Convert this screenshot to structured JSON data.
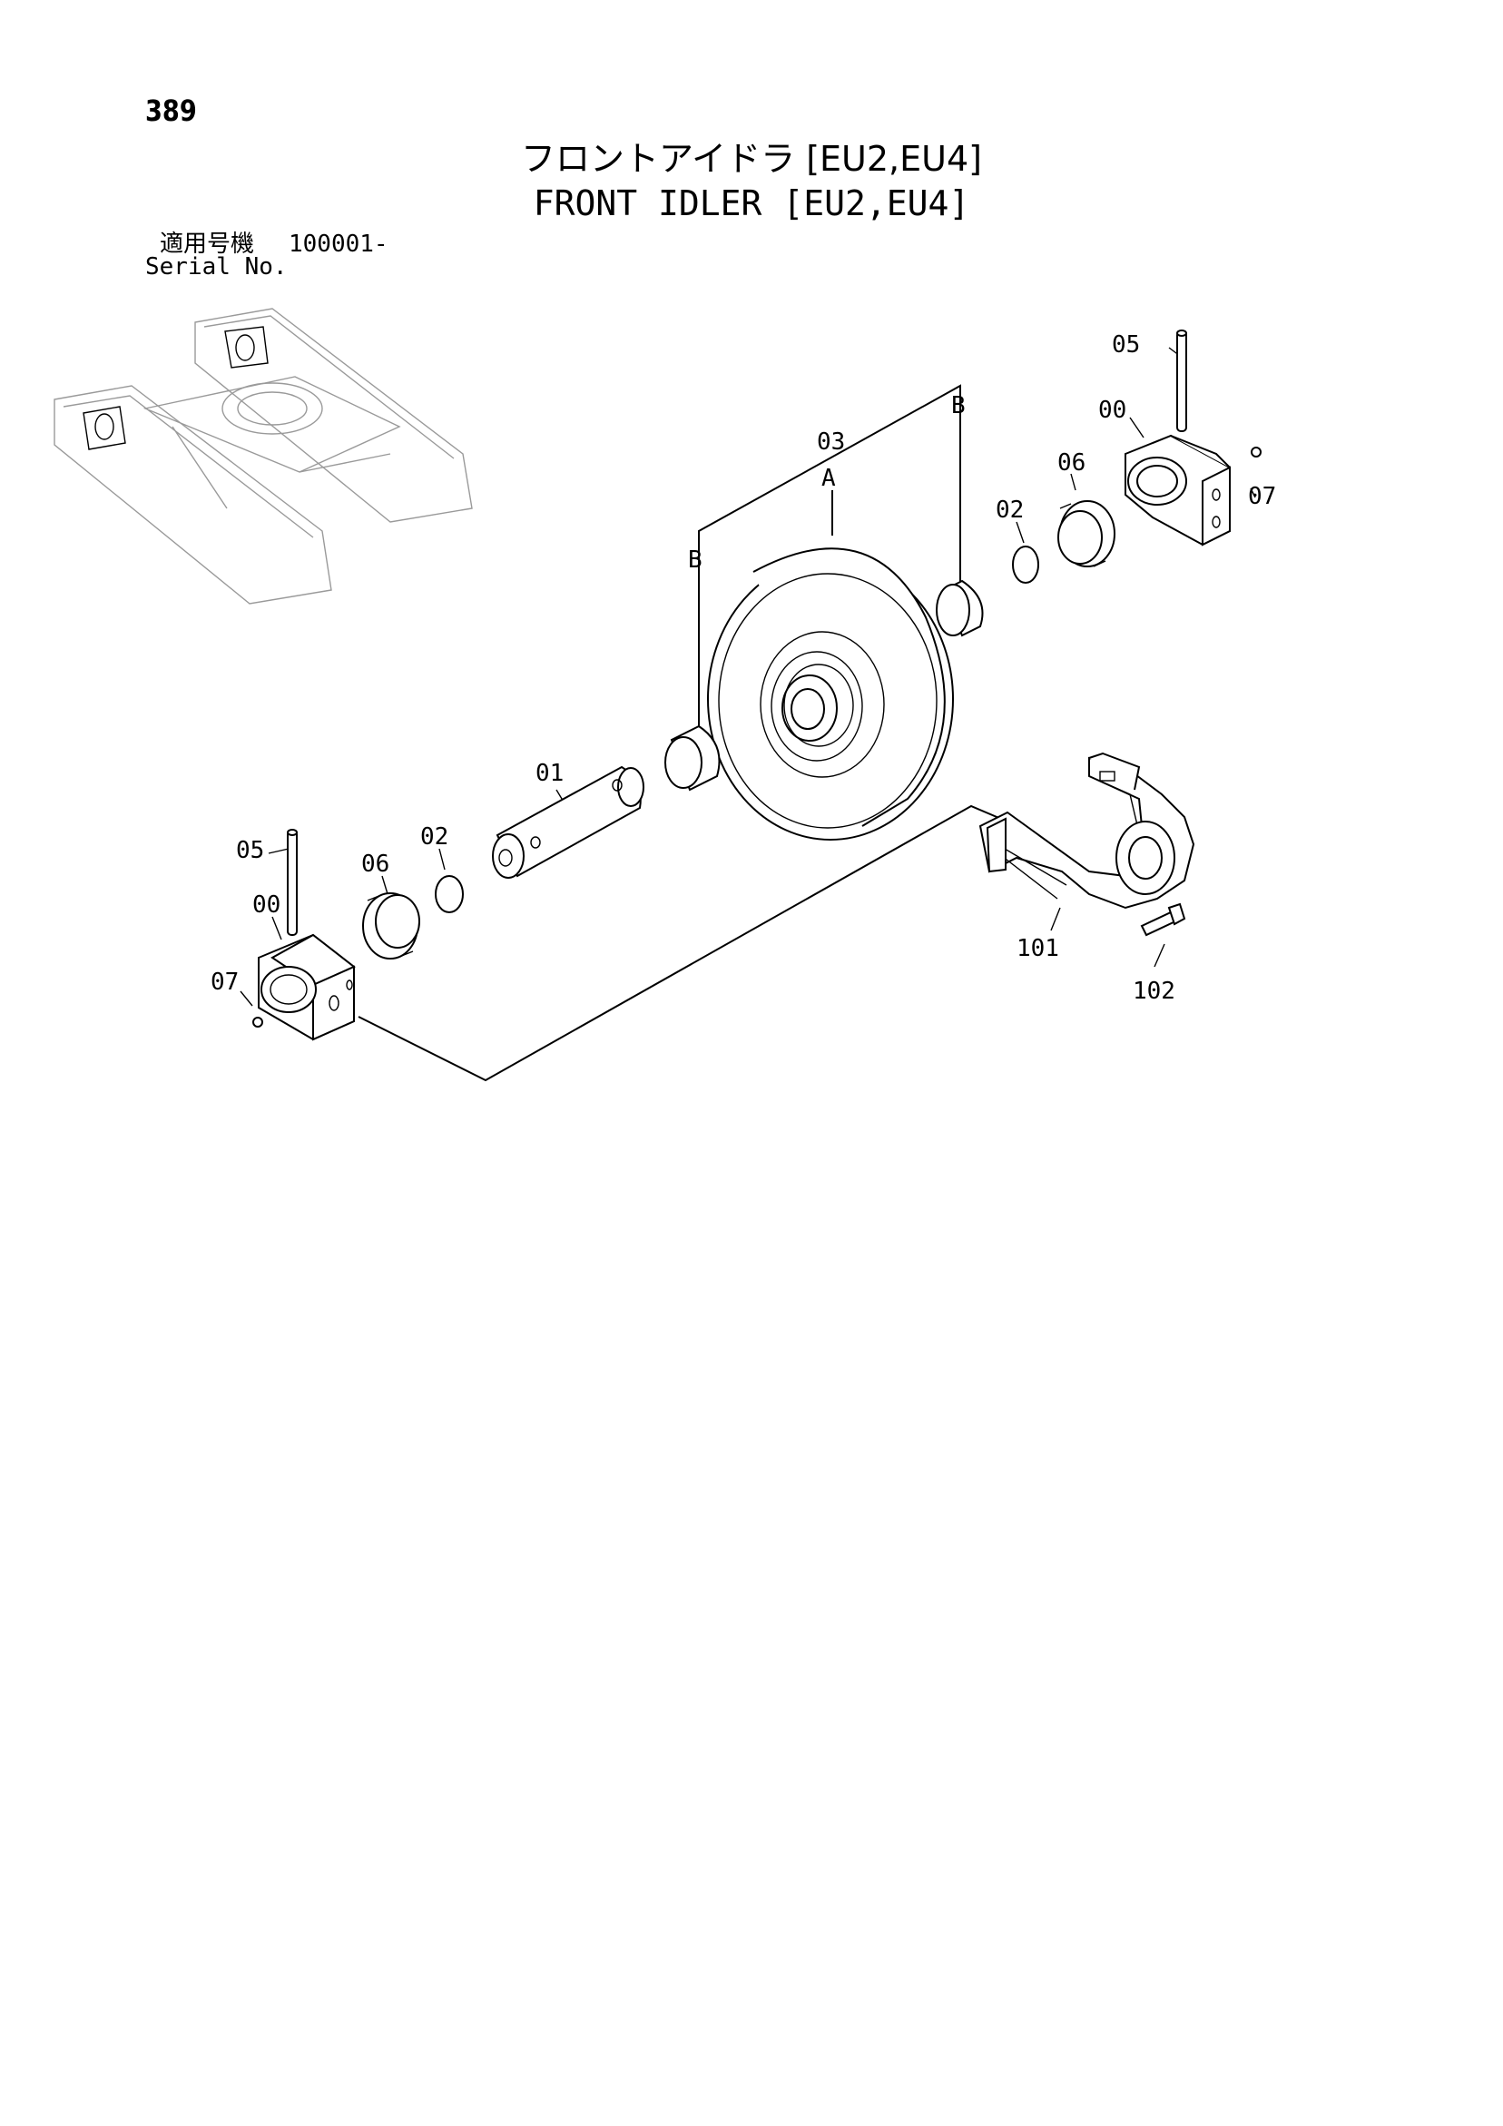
{
  "page_number": "389",
  "title_jp": "フロントアイドラ [EU2,EU4]",
  "title_en": "FRONT IDLER [EU2,EU4]",
  "serial": {
    "label_jp": "適用号機",
    "value": "100001-",
    "label_en": "Serial No."
  },
  "callouts": {
    "pin_top": "05",
    "bracket_top": "00",
    "seal_right": "06",
    "plug_right": "07",
    "oring_right": "02",
    "idler_wheel": "03",
    "ref_a": "A",
    "ref_b_right": "B",
    "ref_b_left": "B",
    "shaft": "01",
    "pin_left": "05",
    "seal_left": "06",
    "oring_left": "02",
    "bracket_left": "00",
    "plug_left": "07",
    "frame_yoke": "101",
    "bolt": "102"
  }
}
